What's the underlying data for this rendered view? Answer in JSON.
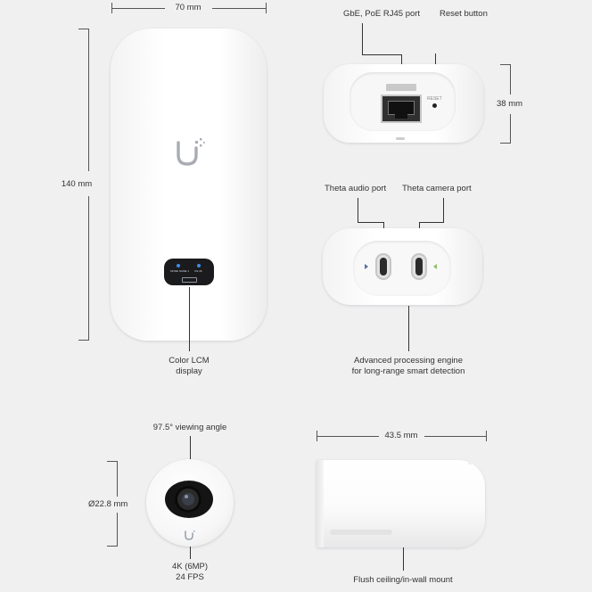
{
  "dimensions": {
    "width_70": "70 mm",
    "height_140": "140 mm",
    "height_38": "38 mm",
    "diameter": "Ø22.8 mm",
    "length_43_5": "43.5 mm"
  },
  "callouts": {
    "gbe_port": "GbE, PoE RJ45 port",
    "reset_button": "Reset button",
    "theta_audio": "Theta audio port",
    "theta_camera": "Theta camera port",
    "color_lcm_1": "Color LCM",
    "color_lcm_2": "display",
    "processing_1": "Advanced processing engine",
    "processing_2": "for long-range smart detection",
    "viewing_angle": "97.5° viewing angle",
    "resolution_1": "4K (6MP)",
    "resolution_2": "24 FPS",
    "mount": "Flush ceiling/in-wall mount"
  },
  "device_text": {
    "reset_small": "RESET",
    "lcm_line1": "MODE NAME 1",
    "lcm_line2": "US-46"
  },
  "colors": {
    "background": "#f0f0f1",
    "device_white": "#ffffff",
    "led_blue": "#3a8ee6",
    "port_black": "#1a1a1a"
  },
  "icons": [
    "ubiquiti-logo-icon",
    "rj45-port-icon",
    "usb-c-port-icon",
    "camera-lens-icon"
  ]
}
